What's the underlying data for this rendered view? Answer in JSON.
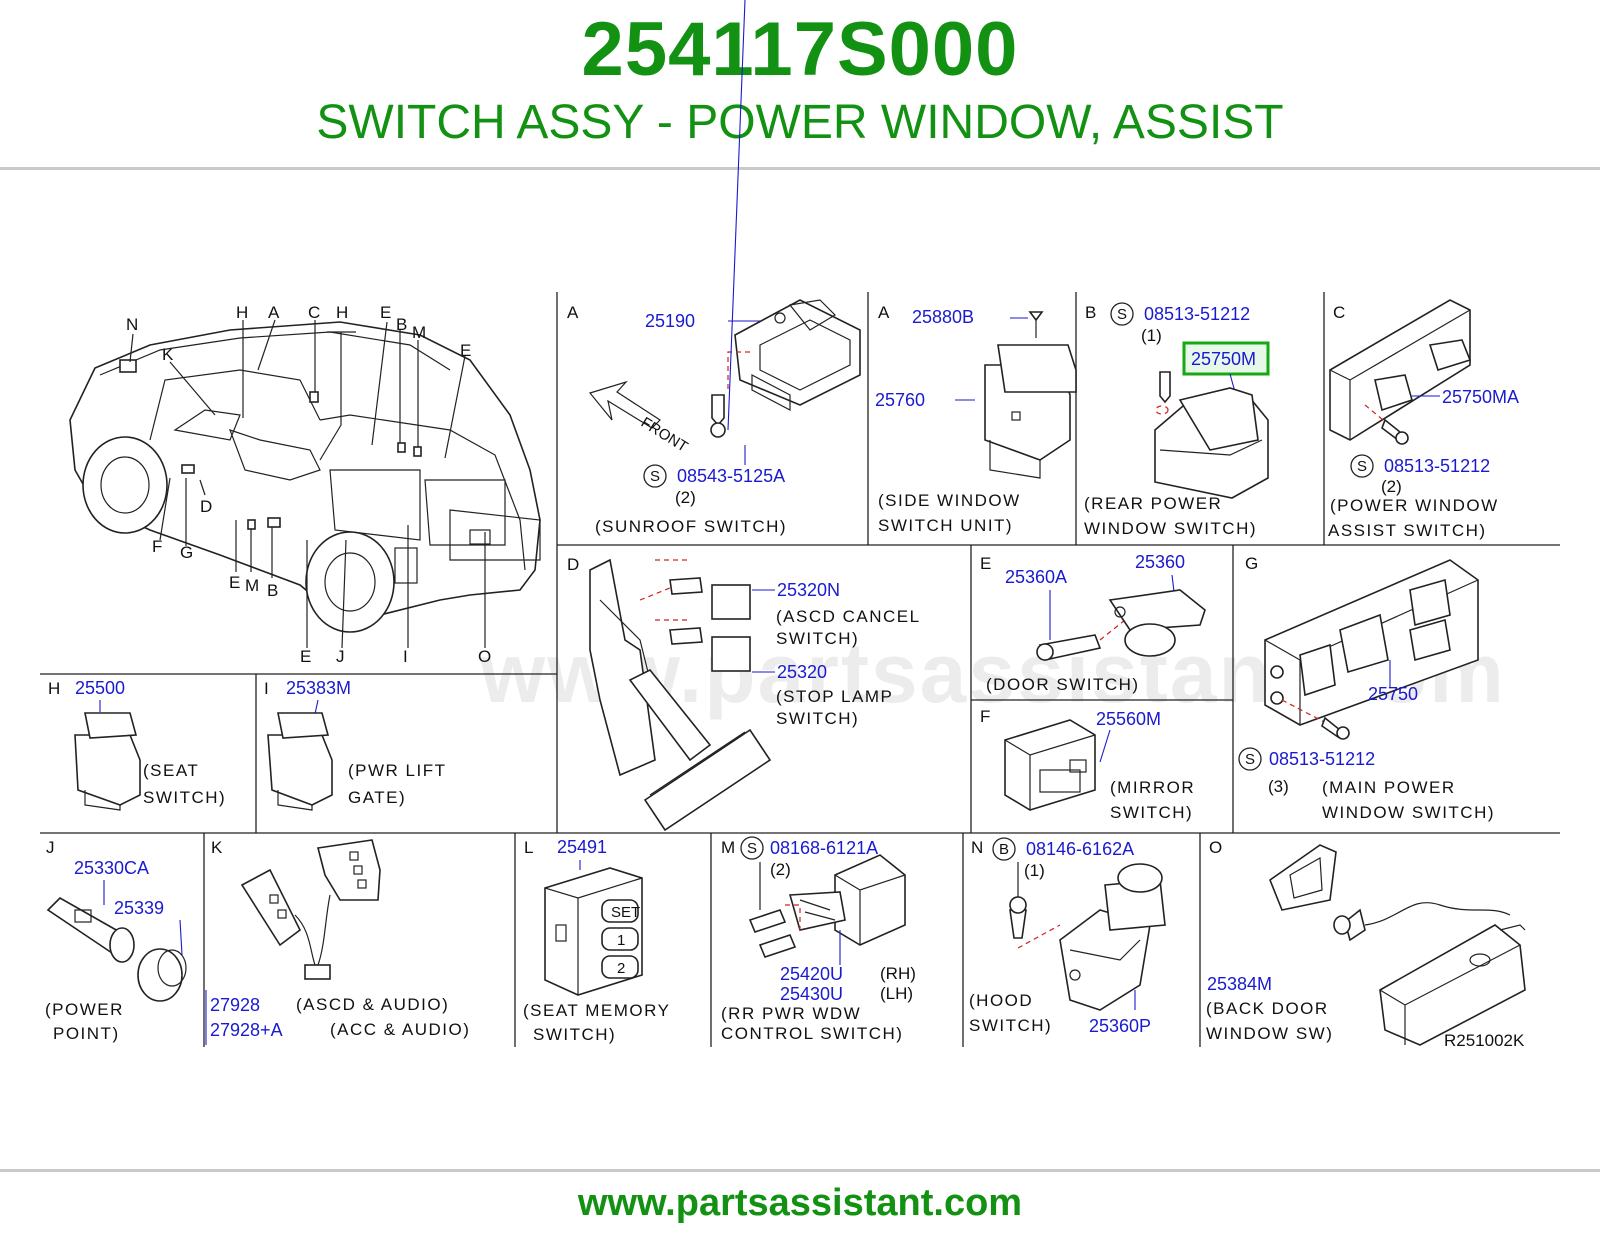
{
  "header": {
    "part_number": "254117S000",
    "part_name": "SWITCH ASSY - POWER WINDOW, ASSIST"
  },
  "footer": {
    "url": "www.partsassistant.com"
  },
  "watermark": "www.partsassistant.com",
  "diagram_ref": "R251002K",
  "highlight_color": "#14a814",
  "vehicle": {
    "locator_letters": [
      "N",
      "H",
      "A",
      "C",
      "H",
      "E",
      "B",
      "M",
      "E",
      "K",
      "D",
      "F",
      "G",
      "E",
      "M",
      "B",
      "E",
      "J",
      "I",
      "O"
    ]
  },
  "panels": {
    "sunroof": {
      "letter": "A",
      "part1": "25190",
      "part2": "08543-5125A",
      "s_mark": "S",
      "qty": "(2)",
      "front": "FRONT",
      "caption": "(SUNROOF SWITCH)"
    },
    "side_window": {
      "letter": "A",
      "part1": "25880B",
      "part2": "25760",
      "caption1": "(SIDE WINDOW",
      "caption2": "SWITCH UNIT)"
    },
    "rear_power": {
      "letter": "B",
      "s_mark": "S",
      "screw": "08513-51212",
      "qty": "(1)",
      "part": "25750M",
      "caption1": "(REAR POWER",
      "caption2": "WINDOW SWITCH)"
    },
    "pw_assist": {
      "letter": "C",
      "part": "25750MA",
      "s_mark": "S",
      "screw": "08513-51212",
      "qty": "(2)",
      "caption1": "(POWER WINDOW",
      "caption2": "ASSIST SWITCH)"
    },
    "ascd": {
      "letter": "D",
      "part1": "25320N",
      "cap1a": "(ASCD CANCEL",
      "cap1b": "SWITCH)",
      "part2": "25320",
      "cap2a": "(STOP LAMP",
      "cap2b": "SWITCH)"
    },
    "door": {
      "letter": "E",
      "part1": "25360A",
      "part2": "25360",
      "caption": "(DOOR SWITCH)"
    },
    "mirror": {
      "letter": "F",
      "part": "25560M",
      "caption1": "(MIRROR",
      "caption2": "SWITCH)"
    },
    "main_power": {
      "letter": "G",
      "part": "25750",
      "s_mark": "S",
      "screw": "08513-51212",
      "qty": "(3)",
      "caption1": "(MAIN POWER",
      "caption2": "WINDOW SWITCH)"
    },
    "seat": {
      "letter": "H",
      "part": "25500",
      "caption1": "(SEAT",
      "caption2": "SWITCH)"
    },
    "lift_gate": {
      "letter": "I",
      "part": "25383M",
      "caption1": "(PWR LIFT",
      "caption2": "GATE)"
    },
    "power_point": {
      "letter": "J",
      "part1": "25330CA",
      "part2": "25339",
      "caption1": "(POWER",
      "caption2": "POINT)"
    },
    "audio": {
      "letter": "K",
      "part1": "27928",
      "part2": "27928+A",
      "caption1": "(ASCD & AUDIO)",
      "caption2": "(ACC & AUDIO)"
    },
    "seat_memory": {
      "letter": "L",
      "part": "25491",
      "caption1": "(SEAT MEMORY",
      "caption2": "SWITCH)",
      "buttons": [
        "SET",
        "1",
        "2"
      ]
    },
    "rr_pwr": {
      "letter": "M",
      "s_mark": "S",
      "screw": "08168-6121A",
      "qty": "(2)",
      "part1": "25420U",
      "part2": "25430U",
      "rh": "(RH)",
      "lh": "(LH)",
      "caption1": "(RR PWR WDW",
      "caption2": "CONTROL SWITCH)"
    },
    "hood": {
      "letter": "N",
      "b_mark": "B",
      "screw": "08146-6162A",
      "qty": "(1)",
      "part": "25360P",
      "caption1": "(HOOD",
      "caption2": "SWITCH)"
    },
    "back_door": {
      "letter": "O",
      "part": "25384M",
      "caption1": "(BACK DOOR",
      "caption2": "WINDOW SW)"
    }
  }
}
